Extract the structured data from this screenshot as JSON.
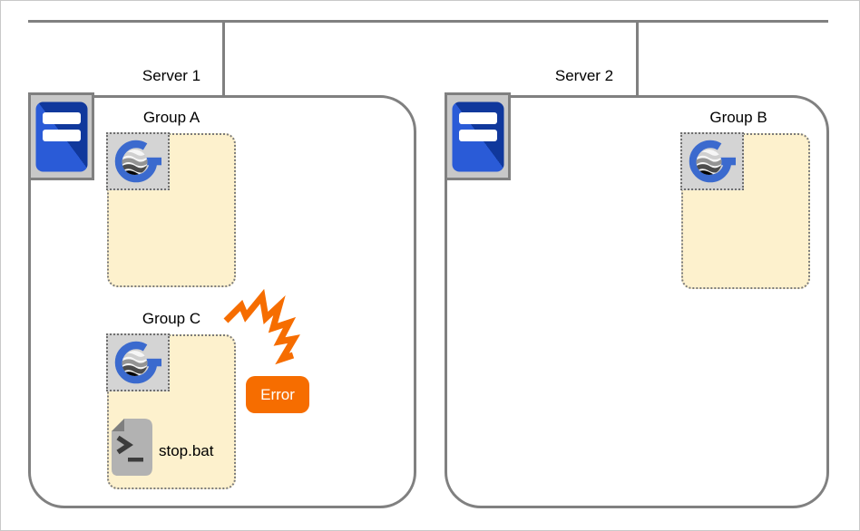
{
  "diagram": {
    "title": "server group topology with error",
    "servers": [
      {
        "label": "Server 1",
        "icon": "server-icon",
        "groups": [
          {
            "label": "Group A",
            "icon": "g-app-icon",
            "files": []
          },
          {
            "label": "Group C",
            "icon": "g-app-icon",
            "files": [
              {
                "label": "stop.bat",
                "icon": "batch-file-icon"
              }
            ],
            "error": {
              "label": "Error",
              "icon": "spark-icon",
              "color": "#f66d00"
            }
          }
        ]
      },
      {
        "label": "Server 2",
        "icon": "server-icon",
        "groups": [
          {
            "label": "Group B",
            "icon": "g-app-icon",
            "files": []
          }
        ]
      }
    ],
    "colors": {
      "connector_gray": "#808080",
      "group_fill_cream": "#fdf1cd",
      "group_chip_gray": "#d4d4d4",
      "server_chip_gray": "#c8c8c8",
      "accent_orange": "#f66d00",
      "server_blue_light": "#2a5bd7",
      "server_blue_dark": "#10389c",
      "g_logo_blue": "#3b6ace"
    }
  }
}
